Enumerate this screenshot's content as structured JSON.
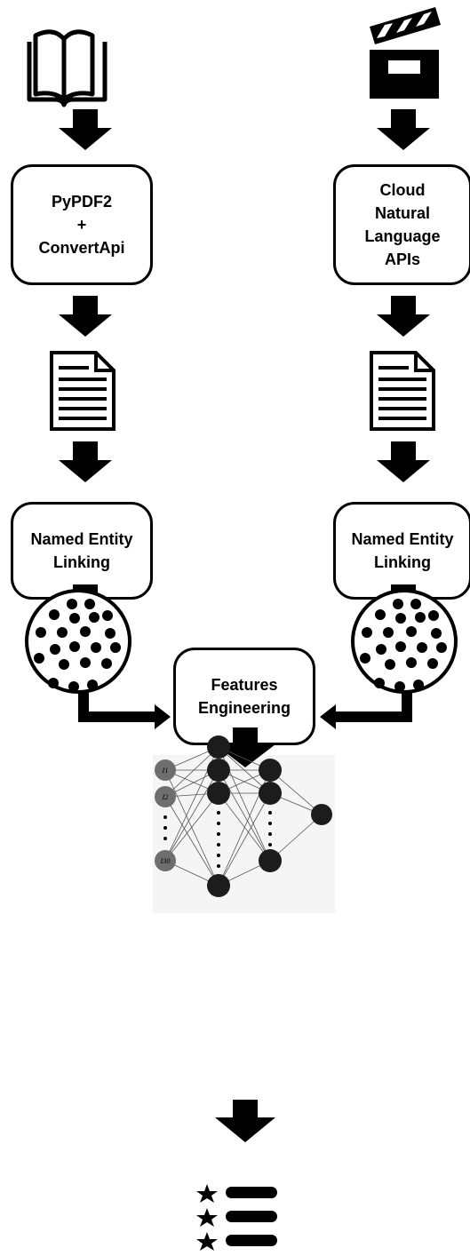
{
  "left": {
    "tool_box": "PyPDF2\n+\nConvertApi",
    "ner_box": "Named Entity\nLinking"
  },
  "right": {
    "tool_box": "Cloud\nNatural\nLanguage\nAPIs",
    "ner_box": "Named Entity\nLinking"
  },
  "center": {
    "features_box": "Features\nEngineering"
  },
  "neural_net": {
    "input_labels": [
      "I1",
      "I2",
      "I30"
    ]
  },
  "icons": {
    "left_source": "book-icon",
    "right_source": "clapperboard-icon",
    "document": "document-icon",
    "entity_cloud": "entity-cluster-icon",
    "output": "ranked-list-icon"
  }
}
